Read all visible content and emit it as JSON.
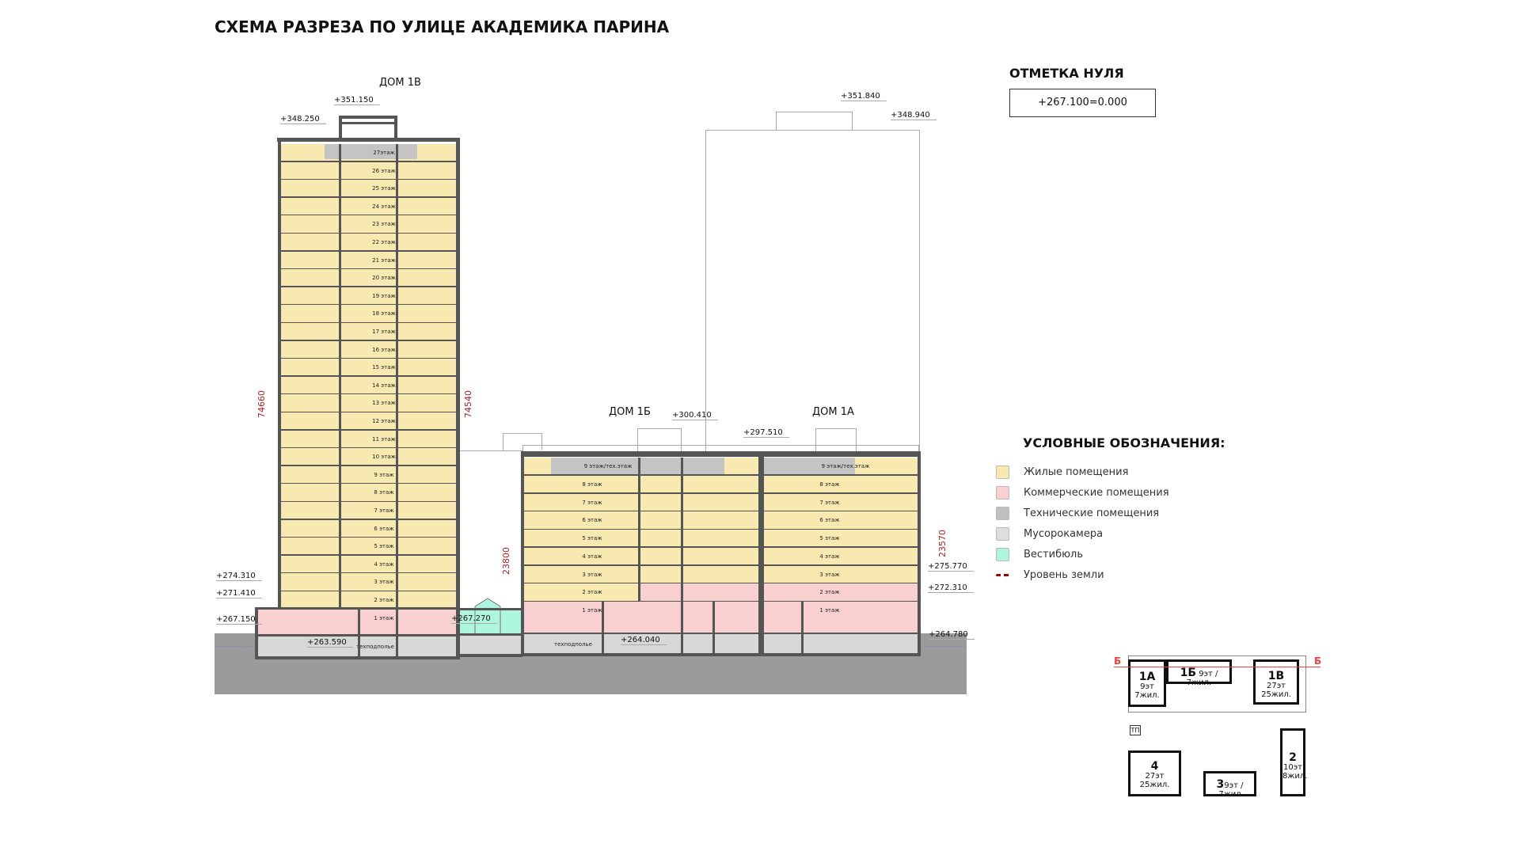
{
  "title": "СХЕМА РАЗРЕЗА ПО УЛИЦЕ АКАДЕМИКА ПАРИНА",
  "zero": {
    "heading": "ОТМЕТКА НУЛЯ",
    "value": "+267.100=0.000"
  },
  "buildings": {
    "b1v": "ДОМ 1В",
    "b1b": "ДОМ 1Б",
    "b1a": "ДОМ 1А"
  },
  "elevations": {
    "e348250": "+348.250",
    "e351150": "+351.150",
    "e351840": "+351.840",
    "e348940": "+348.940",
    "e300410": "+300.410",
    "e297510": "+297.510",
    "e274310": "+274.310",
    "e271410": "+271.410",
    "e267150": "+267.150",
    "e267270": "+267.270",
    "e263590": "+263.590",
    "e264040": "+264.040",
    "e264780": "+264.780",
    "e275770": "+275.770",
    "e272310": "+272.310"
  },
  "dimensions": {
    "d74660": "74660",
    "d74540": "74540",
    "d23800": "23800",
    "d23570": "23570"
  },
  "tower_floors": [
    "27этаж",
    "26 этаж",
    "25 этаж",
    "24 этаж",
    "23 этаж",
    "22 этаж",
    "21 этаж",
    "20 этаж",
    "19 этаж",
    "18 этаж",
    "17 этаж",
    "16 этаж",
    "15 этаж",
    "14 этаж",
    "13 этаж",
    "12 этаж",
    "11 этаж",
    "10 этаж",
    "9 этаж",
    "8 этаж",
    "7 этаж",
    "6 этаж",
    "5 этаж",
    "4 этаж",
    "3 этаж",
    "2 этаж"
  ],
  "tower_first": "1 этаж",
  "basement": "техподполье",
  "mid_floors": [
    "9 этаж/тех.этаж",
    "8 этаж",
    "7 этаж",
    "6 этаж",
    "5 этаж",
    "4 этаж",
    "3 этаж",
    "2 этаж",
    "1 этаж"
  ],
  "legend": {
    "title": "УСЛОВНЫЕ ОБОЗНАЧЕНИЯ:",
    "items": [
      {
        "label": "Жилые помещения",
        "color": "#f7e9b0"
      },
      {
        "label": "Коммерческие помещения",
        "color": "#f9d0d0"
      },
      {
        "label": "Технические помещения",
        "color": "#c0c0c0"
      },
      {
        "label": "Мусорокамера",
        "color": "#dedede"
      },
      {
        "label": "Вестибюль",
        "color": "#aef5e0"
      },
      {
        "label": "Уровень земли",
        "color": "#a00000"
      }
    ]
  },
  "siteplan": {
    "section_mark": "Б",
    "tp": "ТП",
    "b1a": {
      "name": "1А",
      "l1": "9эт",
      "l2": "7жил."
    },
    "b1b": {
      "name": "1Б",
      "l1": "9эт / 7жил."
    },
    "b1v": {
      "name": "1В",
      "l1": "27эт",
      "l2": "25жил."
    },
    "b4": {
      "name": "4",
      "l1": "27эт",
      "l2": "25жил."
    },
    "b3": {
      "name": "3",
      "l1": "9эт / 7жил"
    },
    "b2": {
      "name": "2",
      "l1": "10эт",
      "l2": "8жил."
    }
  }
}
